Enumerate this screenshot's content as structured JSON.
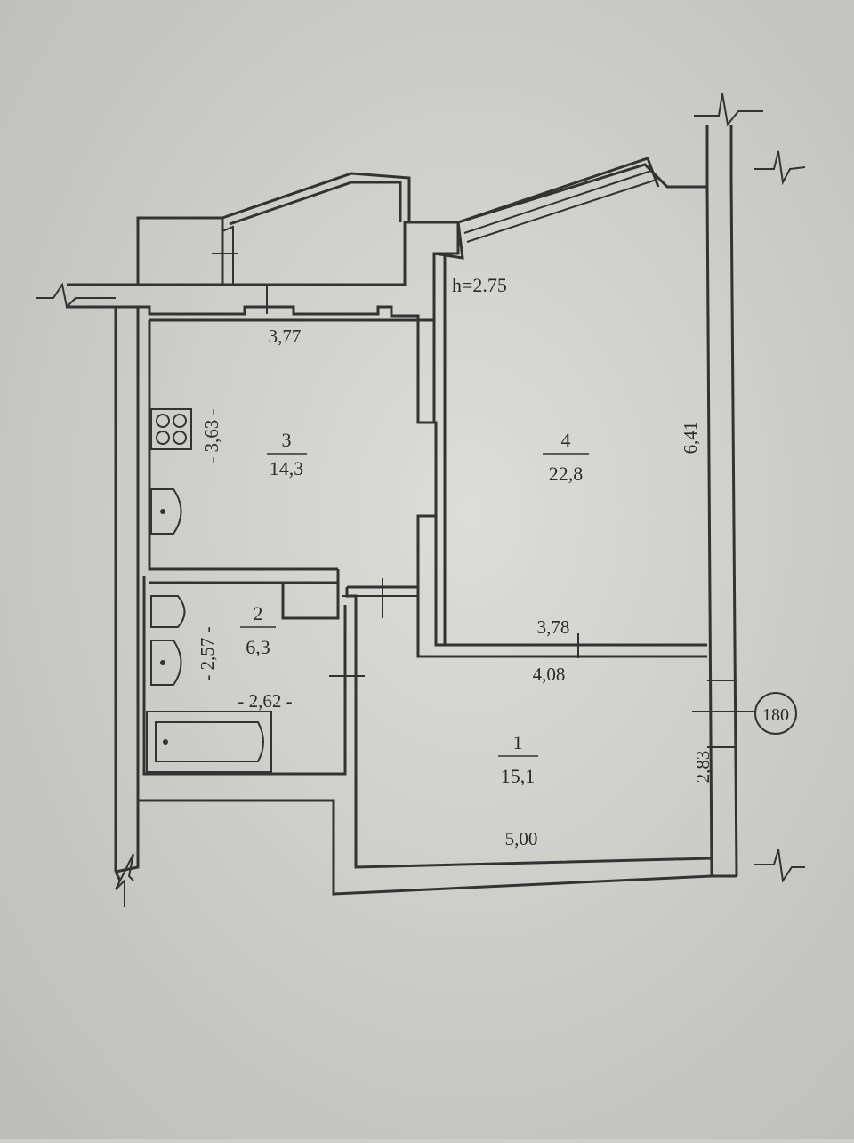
{
  "plan": {
    "ceiling_height": "h=2.75",
    "rooms": [
      {
        "number": "1",
        "area": "15,1"
      },
      {
        "number": "2",
        "area": "6,3"
      },
      {
        "number": "3",
        "area": "14,3"
      },
      {
        "number": "4",
        "area": "22,8"
      }
    ],
    "dimensions": {
      "kitchen_width": "3,77",
      "kitchen_depth": "- 3,63 -",
      "bath_depth": "- 2,57 -",
      "bath_width": "- 2,62 -",
      "room4_depth": "6,41",
      "room4_width": "3,78",
      "hall_width_top": "4,08",
      "hall_depth": "2,83",
      "hall_width_bottom": "5,00"
    },
    "marker": "180"
  },
  "colors": {
    "paper": "#cfd0cc",
    "ink": "#333333"
  }
}
